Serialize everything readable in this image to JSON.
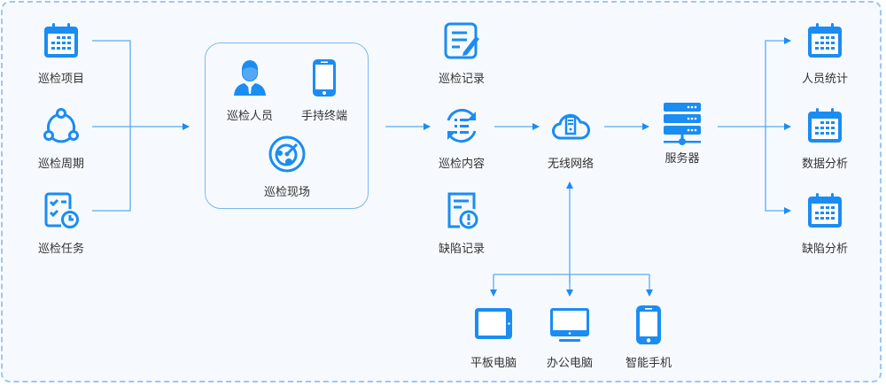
{
  "diagram": {
    "inputs": [
      {
        "label": "巡检项目",
        "icon": "calendar-icon"
      },
      {
        "label": "巡检周期",
        "icon": "cycle-icon"
      },
      {
        "label": "巡检任务",
        "icon": "task-clock-icon"
      }
    ],
    "group": [
      {
        "label": "巡检人员",
        "icon": "person-icon"
      },
      {
        "label": "手持终端",
        "icon": "phone-icon"
      },
      {
        "label": "巡检现场",
        "icon": "radar-icon"
      }
    ],
    "records": [
      {
        "label": "巡检记录",
        "icon": "edit-doc-icon"
      },
      {
        "label": "巡检内容",
        "icon": "list-refresh-icon"
      },
      {
        "label": "缺陷记录",
        "icon": "doc-alert-icon"
      }
    ],
    "network": {
      "label": "无线网络",
      "icon": "cloud-server-icon"
    },
    "server": {
      "label": "服务器",
      "icon": "server-icon"
    },
    "outputs": [
      {
        "label": "人员统计",
        "icon": "calendar-icon"
      },
      {
        "label": "数据分析",
        "icon": "calendar-icon"
      },
      {
        "label": "缺陷分析",
        "icon": "calendar-icon"
      }
    ],
    "devices": [
      {
        "label": "平板电脑",
        "icon": "tablet-icon"
      },
      {
        "label": "办公电脑",
        "icon": "monitor-icon"
      },
      {
        "label": "智能手机",
        "icon": "smartphone-icon"
      }
    ],
    "colors": {
      "accent": "#1b8cf2",
      "line": "#5aaaf0",
      "border": "#9cc6f6",
      "background": "#f6faff",
      "text": "#333333"
    }
  }
}
